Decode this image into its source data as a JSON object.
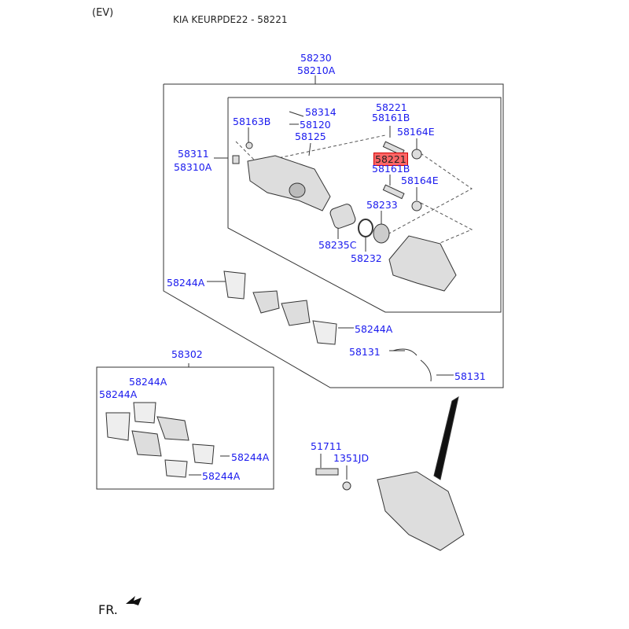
{
  "header": {
    "variant": "(EV)",
    "title": "KIA KEURPDE22 - 58221"
  },
  "labels": [
    "58230",
    "58210A",
    "58314",
    "58163B",
    "58120",
    "58125",
    "58221",
    "58161B",
    "58164E",
    "58311",
    "58310A",
    "58221",
    "58161B",
    "58164E",
    "58233",
    "58235C",
    "58232",
    "58244A",
    "58244A",
    "58131",
    "58131",
    "58302",
    "58244A",
    "58244A",
    "58244A",
    "58244A",
    "51711",
    "1351JD"
  ],
  "highlighted_part": "58221",
  "direction": "FR.",
  "colors": {
    "label": "#1a1aee",
    "highlight": "#ff6666"
  }
}
